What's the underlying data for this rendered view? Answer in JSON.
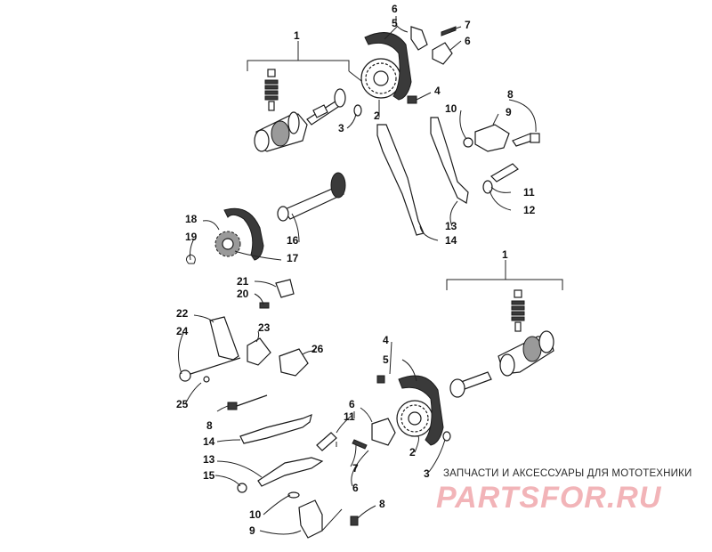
{
  "watermark": {
    "tagline": "ЗАПЧАСТИ И АКСЕССУАРЫ ДЛЯ МОТОТЕХНИКИ",
    "logo": "PARTSFOR.RU",
    "logo_color": "#f2b4b8"
  },
  "callouts": {
    "c1_top": "1",
    "c6_top": "6",
    "c5_top": "5",
    "c7_top": "7",
    "c6b_top": "6",
    "c4_top": "4",
    "c8_top": "8",
    "c2_top": "2",
    "c3_top": "3",
    "c10_top": "10",
    "c9_top": "9",
    "c11_top": "11",
    "c12_top": "12",
    "c13_top": "13",
    "c14_top": "14",
    "c18": "18",
    "c19": "19",
    "c16": "16",
    "c17": "17",
    "c21": "21",
    "c20": "20",
    "c1_bot": "1",
    "c22": "22",
    "c24": "24",
    "c23": "23",
    "c26": "26",
    "c25": "25",
    "c8_bot": "8",
    "c4_bot": "4",
    "c5_bot": "5",
    "c6_bot": "6",
    "c11_bot": "11",
    "c14_bot": "14",
    "c13_bot": "13",
    "c15": "15",
    "c7_bot": "7",
    "c2_bot": "2",
    "c3_bot": "3",
    "c6c_bot": "6",
    "c10_bot": "10",
    "c9_bot": "9",
    "c8c_bot": "8"
  }
}
